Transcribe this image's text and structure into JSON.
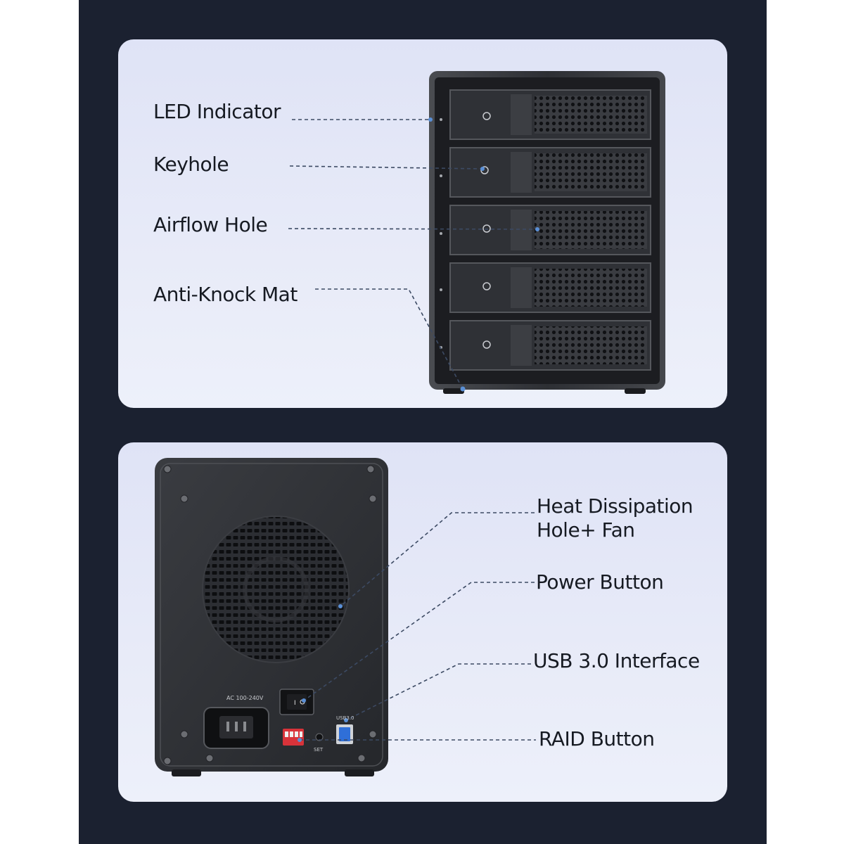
{
  "front_callouts": {
    "led_indicator": "LED Indicator",
    "keyhole": "Keyhole",
    "airflow_hole": "Airflow Hole",
    "anti_knock_mat": "Anti-Knock Mat"
  },
  "rear_callouts": {
    "heat_dissipation_line1": "Heat Dissipation",
    "heat_dissipation_line2": "Hole+ Fan",
    "power_button": "Power Button",
    "usb_interface": "USB 3.0 Interface",
    "raid_button": "RAID Button"
  },
  "device_markings": {
    "ac_input": "AC 100-240V",
    "usb_port": "USB3.0",
    "set_button": "SET"
  },
  "colors": {
    "background": "#1b2130",
    "panel": "#e3e7f7",
    "enclosure": "#2a2c31",
    "leader_line": "#3c4a63",
    "usb_blue": "#2f6fd8",
    "dip_red": "#d8333a"
  }
}
